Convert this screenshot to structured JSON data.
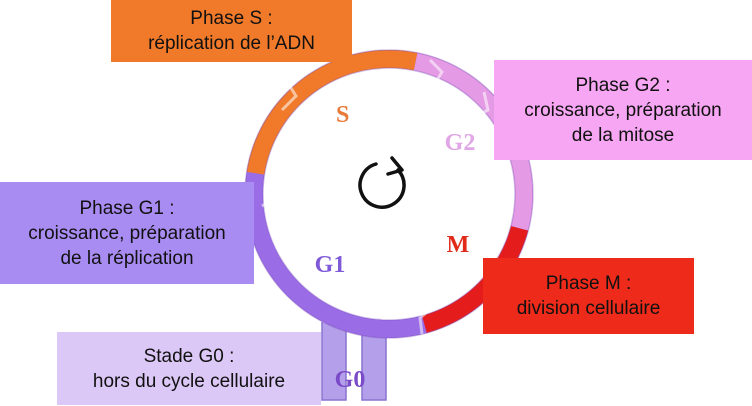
{
  "colors": {
    "s": "#f07a2a",
    "g2": "#f6a6f2",
    "g1": "#a98cf2",
    "m": "#ee2a1a",
    "g0": "#dcc8f6",
    "ring_s": "#f07a2a",
    "ring_g2": "#e49ae4",
    "ring_m": "#e41c1c",
    "ring_g1": "#9a6de6",
    "stem": "#b4a0ea",
    "letter_s": "#e87a3a",
    "letter_g2": "#e0a6e6",
    "letter_m": "#e02a1a",
    "letter_g1": "#7e5ad8",
    "letter_g0": "#7a4ac8"
  },
  "icons": {
    "center": "cycle-arrow-icon"
  },
  "ring_letters": {
    "s": "S",
    "g2": "G2",
    "m": "M",
    "g1": "G1",
    "g0": "G0"
  },
  "labels": {
    "s": {
      "title": "Phase S :",
      "line1": "réplication de l’ADN"
    },
    "g2": {
      "title": "Phase G2 :",
      "line1": "croissance, préparation",
      "line2": "de la mitose"
    },
    "g1": {
      "title": "Phase G1 :",
      "line1": "croissance, préparation",
      "line2": "de la réplication"
    },
    "m": {
      "title": "Phase M :",
      "line1": "division cellulaire"
    },
    "g0": {
      "title": "Stade G0 :",
      "line1": "hors du cycle cellulaire"
    }
  }
}
